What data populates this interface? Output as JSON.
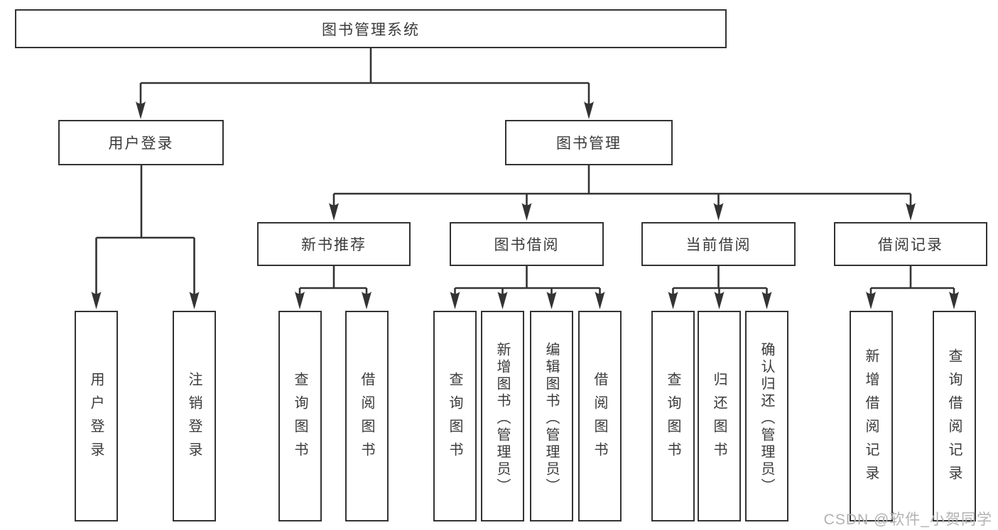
{
  "colors": {
    "line": "#333333",
    "text": "#3a3a3a",
    "background": "#ffffff",
    "watermark": "#b2b2b2"
  },
  "diagram": {
    "root": {
      "label": "图书管理系统"
    },
    "branches": [
      {
        "label": "用户登录",
        "children": [
          {
            "label": "用户登录"
          },
          {
            "label": "注销登录"
          }
        ]
      },
      {
        "label": "图书管理",
        "children": [
          {
            "label": "新书推荐",
            "children": [
              {
                "label": "查询图书"
              },
              {
                "label": "借阅图书"
              }
            ]
          },
          {
            "label": "图书借阅",
            "children": [
              {
                "label": "查询图书"
              },
              {
                "label": "新增图书（管理员）"
              },
              {
                "label": "编辑图书（管理员）"
              },
              {
                "label": "借阅图书"
              }
            ]
          },
          {
            "label": "当前借阅",
            "children": [
              {
                "label": "查询图书"
              },
              {
                "label": "归还图书"
              },
              {
                "label": "确认归还（管理员）"
              }
            ]
          },
          {
            "label": "借阅记录",
            "children": [
              {
                "label": "新增借阅记录"
              },
              {
                "label": "查询借阅记录"
              }
            ]
          }
        ]
      }
    ]
  },
  "watermark": {
    "text": "CSDN @软件_小贺同学"
  }
}
